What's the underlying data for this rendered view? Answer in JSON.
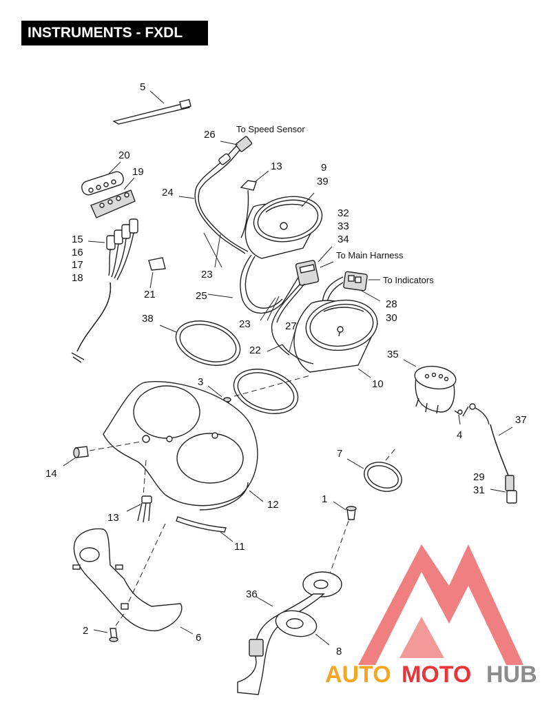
{
  "title": "INSTRUMENTS - FXDL",
  "callouts": {
    "c5": "5",
    "c26": "26",
    "c13a": "13",
    "c9": "9",
    "c39": "39",
    "c20": "20",
    "c19": "19",
    "c24": "24",
    "c32": "32",
    "c33": "33",
    "c34": "34",
    "c15": "15",
    "c16": "16",
    "c17": "17",
    "c18": "18",
    "c23a": "23",
    "c21": "21",
    "c25": "25",
    "c28": "28",
    "c30": "30",
    "c23b": "23",
    "c27": "27",
    "c38": "38",
    "c22": "22",
    "c35": "35",
    "c10": "10",
    "c3": "3",
    "c4": "4",
    "c37": "37",
    "c14": "14",
    "c7": "7",
    "c29": "29",
    "c31": "31",
    "c12": "12",
    "c1": "1",
    "c13b": "13",
    "c11": "11",
    "c36": "36",
    "c2": "2",
    "c6": "6",
    "c8": "8"
  },
  "notes": {
    "speed_sensor": "To Speed Sensor",
    "main_harness": "To Main Harness",
    "indicators": "To Indicators"
  },
  "watermark": {
    "part1": "AUTO",
    "part2": "MOTO",
    "part3": "HUB",
    "color_orange": "#f6a623",
    "color_red": "#e8373a",
    "color_gray": "#8c8c8c"
  }
}
